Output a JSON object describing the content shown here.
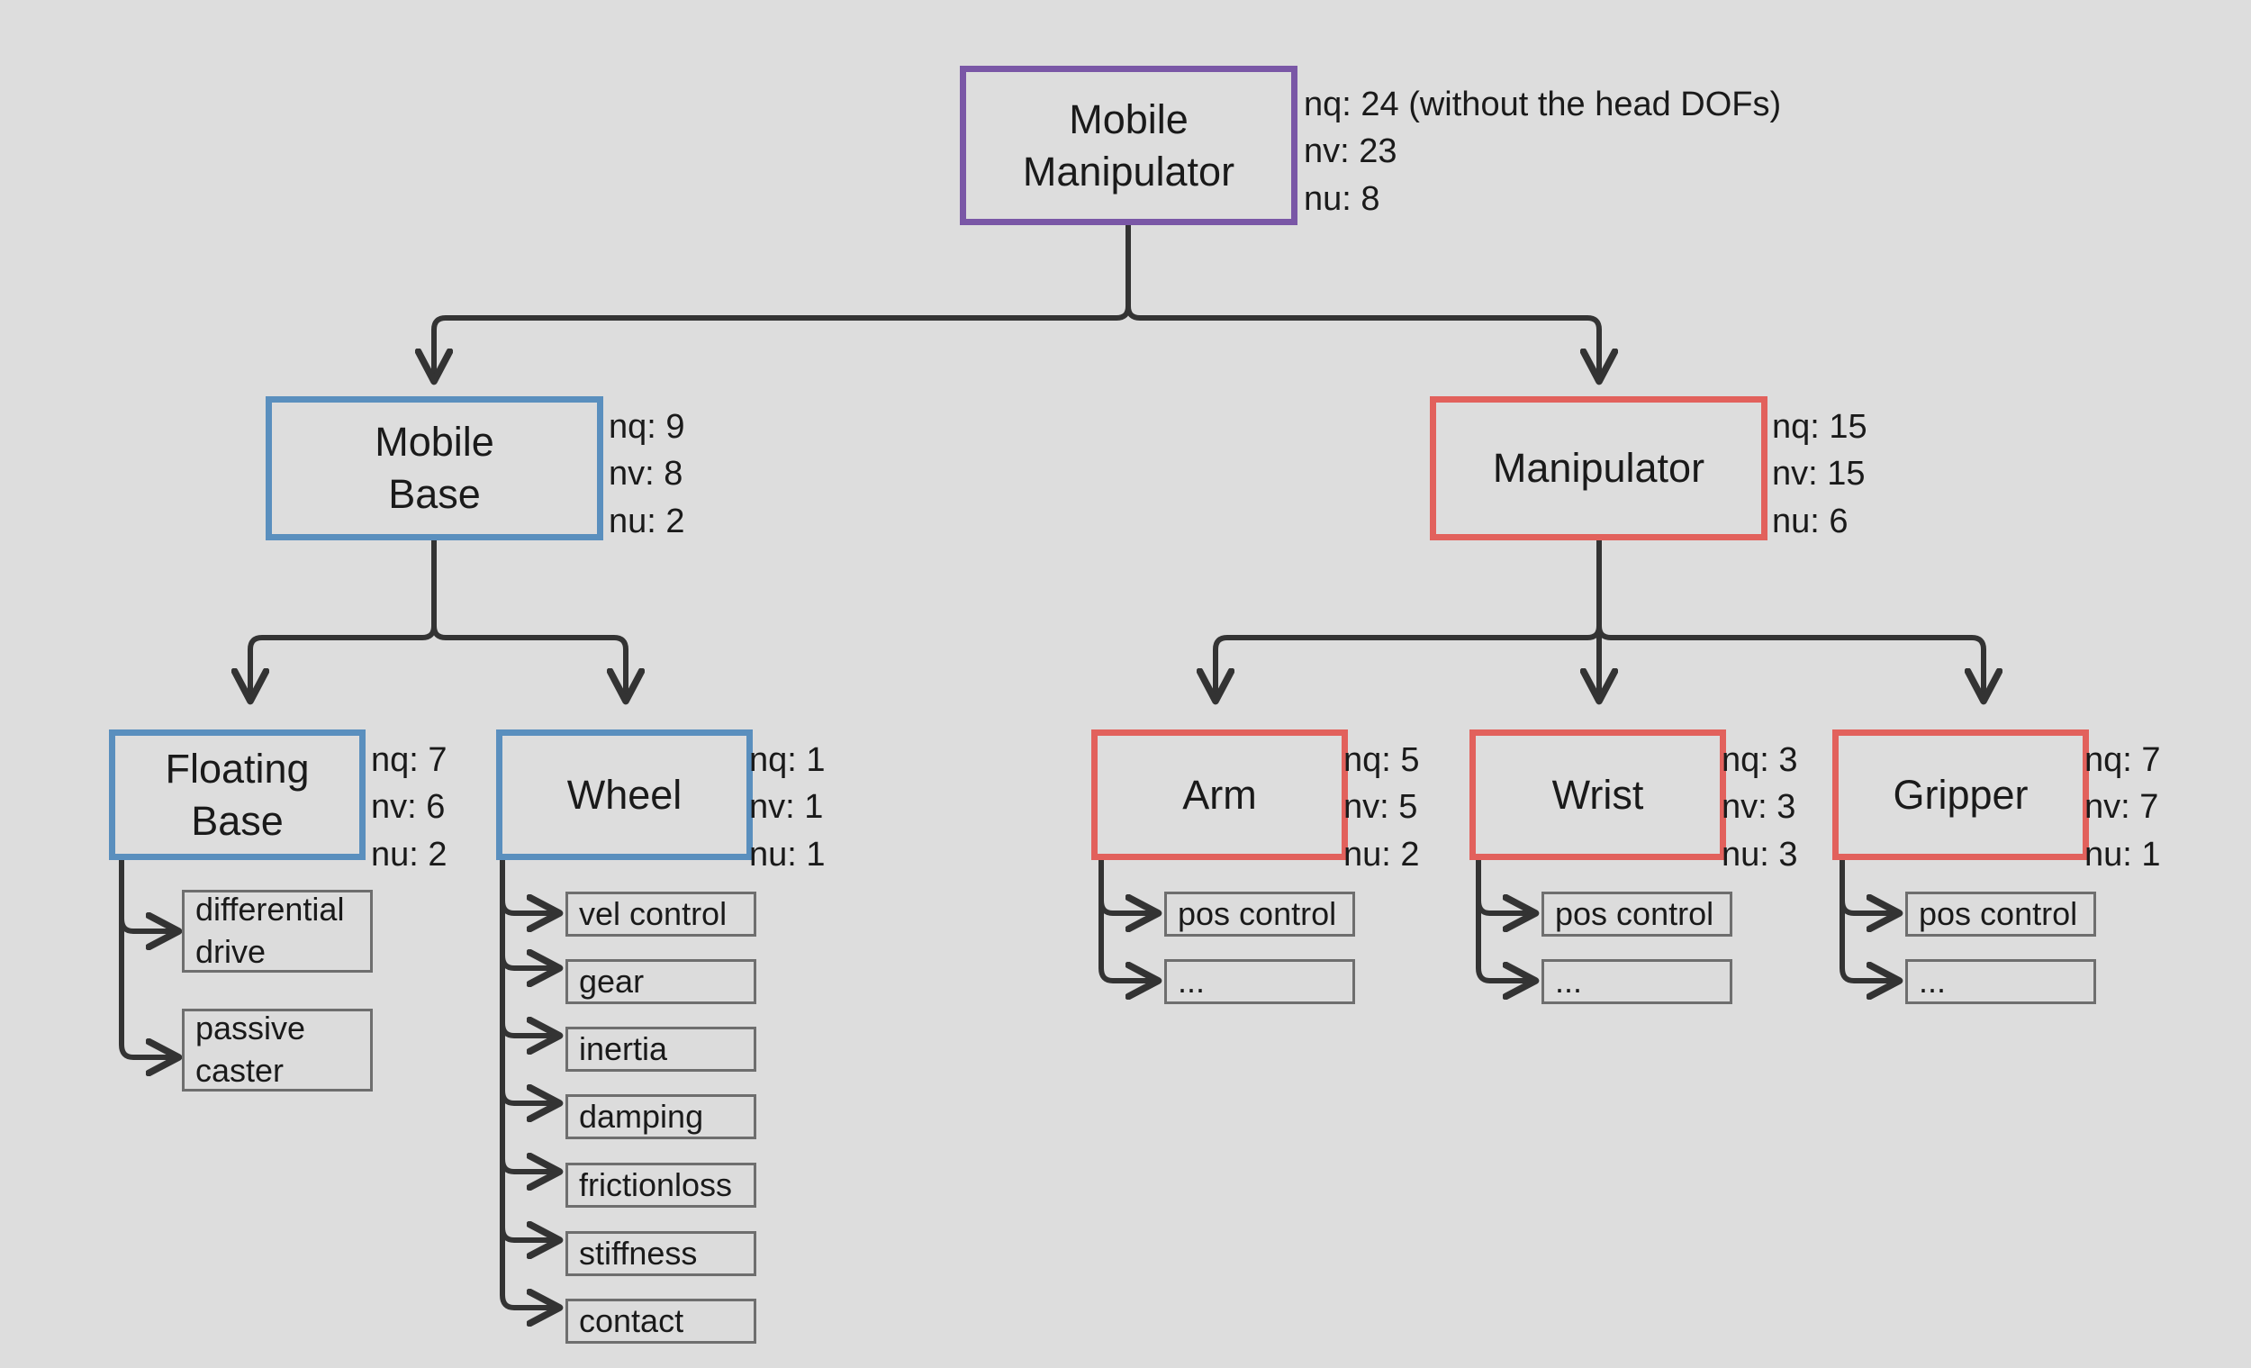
{
  "diagram": {
    "title": "Mobile Manipulator model hierarchy",
    "background_color": "#dddddd",
    "colors": {
      "root_border": "#7a57a6",
      "base_border": "#5a8fbe",
      "manipulator_border": "#e2615c",
      "leaf_border": "#6e6e6e",
      "connector": "#333333",
      "text": "#1a1a1a"
    }
  },
  "nodes": {
    "root": {
      "label": "Mobile\nManipulator",
      "stats": "nq: 24 (without the head DOFs)\nnv: 23\nnu: 8"
    },
    "mobile_base": {
      "label": "Mobile\nBase",
      "stats": "nq: 9\nnv: 8\nnu: 2"
    },
    "manipulator": {
      "label": "Manipulator",
      "stats": "nq: 15\nnv: 15\nnu: 6"
    },
    "floating_base": {
      "label": "Floating\nBase",
      "stats": "nq: 7\nnv: 6\nnu: 2"
    },
    "wheel": {
      "label": "Wheel",
      "stats": "nq: 1\nnv: 1\nnu: 1"
    },
    "arm": {
      "label": "Arm",
      "stats": "nq: 5\nnv: 5\nnu: 2"
    },
    "wrist": {
      "label": "Wrist",
      "stats": "nq: 3\nnv: 3\nnu: 3"
    },
    "gripper": {
      "label": "Gripper",
      "stats": "nq: 7\nnv: 7\nnu: 1"
    }
  },
  "leaves": {
    "floating_base": [
      {
        "label": "differential\ndrive"
      },
      {
        "label": "passive\ncaster"
      }
    ],
    "wheel": [
      {
        "label": "vel control"
      },
      {
        "label": "gear"
      },
      {
        "label": "inertia"
      },
      {
        "label": "damping"
      },
      {
        "label": "frictionloss"
      },
      {
        "label": "stiffness"
      },
      {
        "label": "contact"
      }
    ],
    "arm": [
      {
        "label": "pos control"
      },
      {
        "label": "..."
      }
    ],
    "wrist": [
      {
        "label": "pos control"
      },
      {
        "label": "..."
      }
    ],
    "gripper": [
      {
        "label": "pos control"
      },
      {
        "label": "..."
      }
    ]
  }
}
